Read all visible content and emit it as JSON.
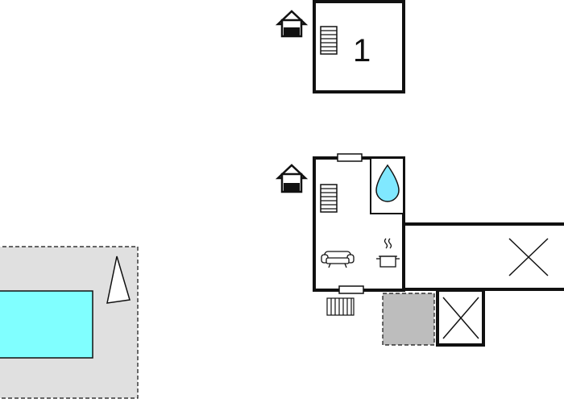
{
  "colors": {
    "wall": "#111111",
    "pool_water": "#80ffff",
    "pool_deck": "#e0e0e0",
    "terrace": "#bdbdbd",
    "shower": "#80e8ff",
    "background": "#ffffff"
  },
  "upper_floor": {
    "label": "1",
    "icons": [
      "house-floor-icon",
      "stairs-icon"
    ]
  },
  "ground_floor": {
    "icons": [
      "house-floor-icon",
      "stairs-icon",
      "shower-icon",
      "sofa-icon",
      "kitchen-pot-icon",
      "radiator-icon"
    ]
  },
  "outdoor": {
    "items": [
      "pool",
      "pool-deck",
      "tree-icon",
      "terrace",
      "open-to-above-area",
      "open-corridor"
    ]
  }
}
